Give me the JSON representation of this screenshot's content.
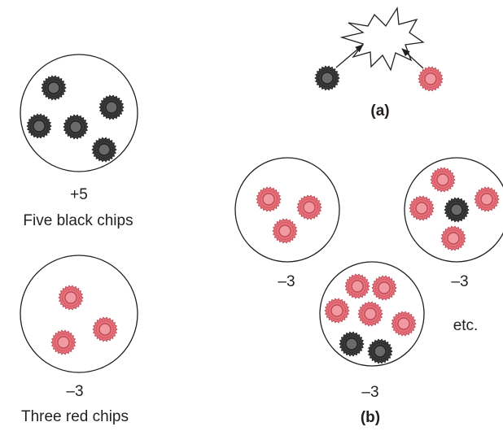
{
  "colors": {
    "black_chip_outer": "#3a3a3a",
    "black_chip_rim": "#1e1e1e",
    "black_chip_inner": "#6a6a6a",
    "red_chip_outer": "#e8707a",
    "red_chip_rim": "#b9444f",
    "red_chip_inner": "#f29aa2",
    "circle_stroke": "#231f20",
    "text": "#231f20"
  },
  "left": {
    "black_group": {
      "value_label": "+5",
      "caption": "Five black chips",
      "chips": {
        "black": 5,
        "red": 0
      }
    },
    "red_group": {
      "value_label": "–3",
      "caption": "Three red chips",
      "chips": {
        "black": 0,
        "red": 3
      }
    }
  },
  "part_a": {
    "label": "(a)",
    "chips": {
      "black": 1,
      "red": 1
    },
    "burst_icon": "explosion-icon"
  },
  "part_b": {
    "label": "(b)",
    "set1": {
      "value_label": "–3",
      "chips": {
        "black": 0,
        "red": 3
      }
    },
    "set2": {
      "value_label": "–3",
      "chips": {
        "black": 1,
        "red": 4
      }
    },
    "set3": {
      "value_label": "–3",
      "chips": {
        "black": 2,
        "red": 5
      }
    },
    "etc_label": "etc."
  }
}
